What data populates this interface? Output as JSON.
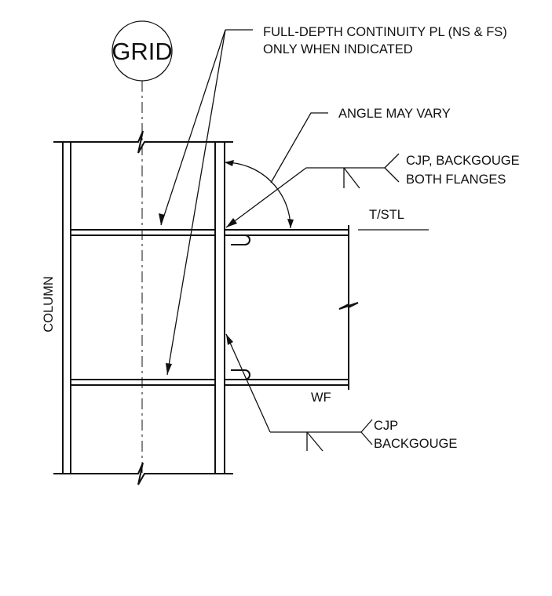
{
  "labels": {
    "grid": "GRID",
    "continuity_line1": "FULL-DEPTH CONTINUITY PL (NS & FS)",
    "continuity_line2": "ONLY WHEN INDICATED",
    "angle": "ANGLE MAY VARY",
    "cjp_top_line1": "CJP, BACKGOUGE",
    "cjp_top_line2": "BOTH FLANGES",
    "tstl": "T/STL",
    "column": "COLUMN",
    "wf": "WF",
    "cjp_bottom_line1": "CJP",
    "cjp_bottom_line2": "BACKGOUGE"
  }
}
